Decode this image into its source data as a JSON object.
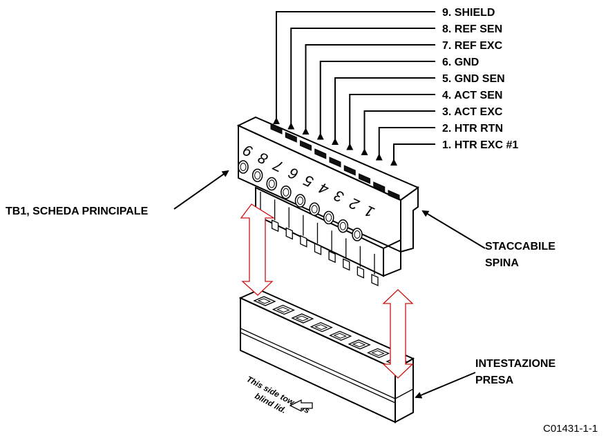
{
  "terminals": [
    {
      "label": "9. SHIELD",
      "pin": "9"
    },
    {
      "label": "8. REF SEN",
      "pin": "8"
    },
    {
      "label": "7. REF EXC",
      "pin": "7"
    },
    {
      "label": "6. GND",
      "pin": "6"
    },
    {
      "label": "5. GND SEN",
      "pin": "5"
    },
    {
      "label": "4. ACT SEN",
      "pin": "4"
    },
    {
      "label": "3. ACT EXC",
      "pin": "3"
    },
    {
      "label": "2. HTR RTN",
      "pin": "2"
    },
    {
      "label": "1. HTR EXC #1",
      "pin": "1"
    }
  ],
  "callouts": {
    "main_board": "TB1, SCHEDA PRINCIPALE",
    "plug_line1": "STACCABILE",
    "plug_line2": "SPINA",
    "header_line1": "INTESTAZIONE",
    "header_line2": "PRESA"
  },
  "orientation_note": {
    "line1": "This side towards",
    "line2": "blind lid."
  },
  "figure_id": "C01431-1-1",
  "colors": {
    "arrow_outline": "#d01010",
    "line": "#000000",
    "background": "#ffffff"
  }
}
